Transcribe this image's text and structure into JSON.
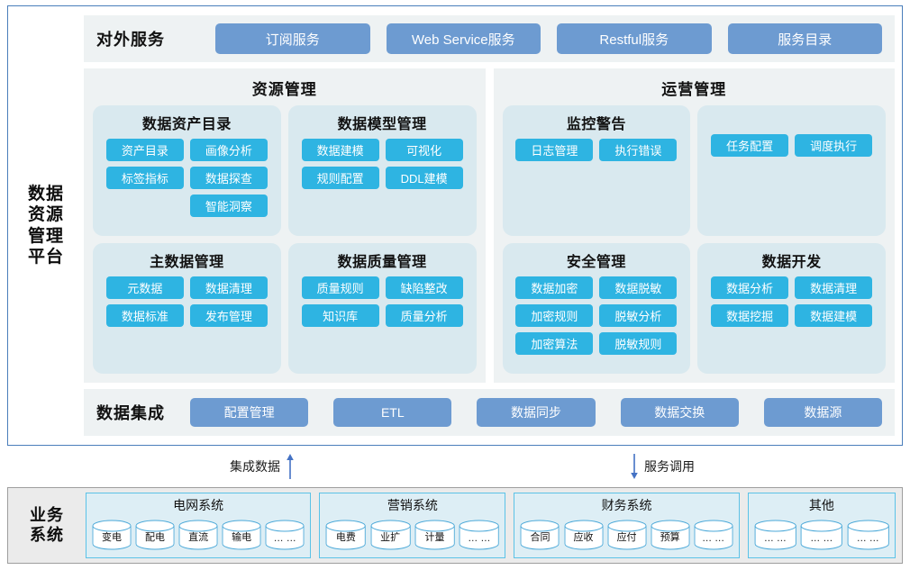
{
  "platform": {
    "label": "数据\n资源\n管理\n平台",
    "external_services": {
      "title": "对外服务",
      "buttons": [
        "订阅服务",
        "Web Service服务",
        "Restful服务",
        "服务目录"
      ]
    },
    "panels": [
      {
        "title": "资源管理",
        "cards": [
          {
            "title": "数据资产目录",
            "col_left": [
              "资产目录",
              "标签指标"
            ],
            "col_right": [
              "画像分析",
              "数据探查",
              "智能洞察"
            ]
          },
          {
            "title": "数据模型管理",
            "col_left": [
              "数据建模",
              "规则配置"
            ],
            "col_right": [
              "可视化",
              "DDL建模"
            ]
          },
          {
            "title": "主数据管理",
            "col_left": [
              "元数据",
              "数据标准"
            ],
            "col_right": [
              "数据清理",
              "发布管理"
            ]
          },
          {
            "title": "数据质量管理",
            "col_left": [
              "质量规则",
              "知识库"
            ],
            "col_right": [
              "缺陷整改",
              "质量分析"
            ]
          }
        ]
      },
      {
        "title": "运营管理",
        "cards": [
          {
            "title": "监控警告",
            "col_left": [
              "日志管理"
            ],
            "col_right": [
              "执行错误"
            ]
          },
          {
            "title": "",
            "col_left": [
              "任务配置"
            ],
            "col_right": [
              "调度执行"
            ]
          },
          {
            "title": "安全管理",
            "col_left": [
              "数据加密",
              "加密规则",
              "加密算法"
            ],
            "col_right": [
              "数据脱敏",
              "脱敏分析",
              "脱敏规则"
            ]
          },
          {
            "title": "数据开发",
            "col_left": [
              "数据分析",
              "数据挖掘"
            ],
            "col_right": [
              "数据清理",
              "数据建模"
            ]
          }
        ]
      }
    ],
    "data_integration": {
      "title": "数据集成",
      "buttons": [
        "配置管理",
        "ETL",
        "数据同步",
        "数据交换",
        "数据源"
      ]
    }
  },
  "connectors": [
    {
      "label": "集成数据",
      "direction": "up"
    },
    {
      "label": "服务调用",
      "direction": "down"
    }
  ],
  "business_systems": {
    "label": "业务\n系统",
    "groups": [
      {
        "title": "电网系统",
        "items": [
          "变电",
          "配电",
          "直流",
          "输电",
          "… …"
        ]
      },
      {
        "title": "营销系统",
        "items": [
          "电费",
          "业扩",
          "计量",
          "… …"
        ]
      },
      {
        "title": "财务系统",
        "items": [
          "合同",
          "应收",
          "应付",
          "预算",
          "… …"
        ]
      },
      {
        "title": "其他",
        "items": [
          "… …",
          "… …",
          "… …"
        ]
      }
    ]
  },
  "colors": {
    "frame_border": "#4a7ebb",
    "service_button": "#6d9bd1",
    "tag": "#2eb4e2",
    "panel_bg": "#eef2f3",
    "card_bg": "#d9e9ef",
    "biz_bg": "#ebebeb",
    "biz_group_border": "#5bc2e7",
    "arrow": "#4472c4"
  }
}
